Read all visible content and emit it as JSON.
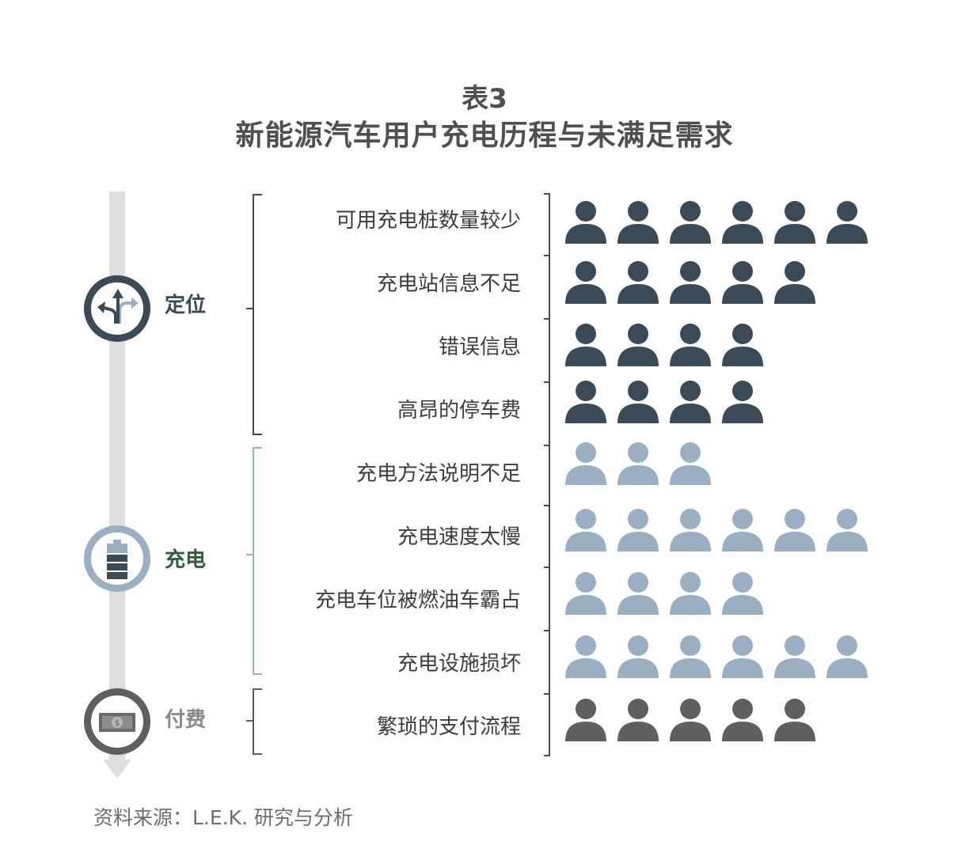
{
  "title": {
    "line1": "表3",
    "line2": "新能源汽车用户充电历程与未满足需求"
  },
  "colors": {
    "locate": "#3a4a57",
    "charge": "#9ab0c2",
    "pay": "#5f5f5f",
    "charge_label": "#2f5d3a",
    "pay_label": "#8a8a8a",
    "timeline": "#dedede"
  },
  "stages": [
    {
      "id": "locate",
      "label": "定位",
      "icon": "split-arrows-icon",
      "needs": [
        {
          "label": "可用充电桩数量较少",
          "count": 6
        },
        {
          "label": "充电站信息不足",
          "count": 5
        },
        {
          "label": "错误信息",
          "count": 4
        },
        {
          "label": "高昂的停车费",
          "count": 4
        }
      ]
    },
    {
      "id": "charge",
      "label": "充电",
      "icon": "battery-icon",
      "needs": [
        {
          "label": "充电方法说明不足",
          "count": 3
        },
        {
          "label": "充电速度太慢",
          "count": 6
        },
        {
          "label": "充电车位被燃油车霸占",
          "count": 4
        },
        {
          "label": "充电设施损坏",
          "count": 6
        }
      ]
    },
    {
      "id": "pay",
      "label": "付费",
      "icon": "banknote-icon",
      "needs": [
        {
          "label": "繁琐的支付流程",
          "count": 5
        }
      ]
    }
  ],
  "source": "资料来源：L.E.K. 研究与分析"
}
